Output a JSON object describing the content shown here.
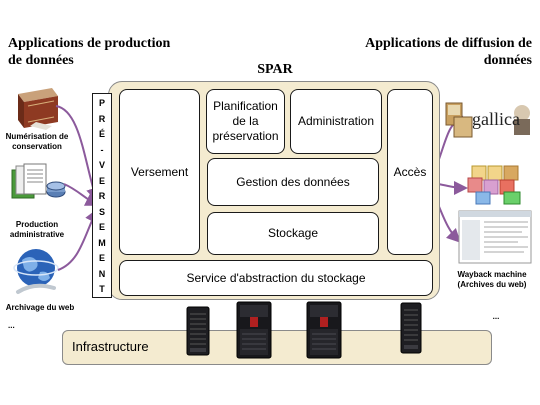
{
  "left_panel": {
    "title": "Applications de production de données",
    "items": [
      {
        "label": "Numérisation de conservation",
        "icon": "book-icon"
      },
      {
        "label": "Production administrative",
        "icon": "documents-icon"
      },
      {
        "label": "Archivage du web",
        "icon": "globe-icon"
      }
    ],
    "ellipsis": "..."
  },
  "right_panel": {
    "title": "Applications de diffusion de données",
    "gallica_logo_text": "gallica",
    "items": [
      {
        "label": "",
        "icon": "gallica-icon"
      },
      {
        "label": "",
        "icon": "media-formats-icon"
      },
      {
        "label": "Wayback machine (Archives du web)",
        "icon": "web-page-icon"
      }
    ],
    "ellipsis": "..."
  },
  "spar": {
    "title": "SPAR",
    "preversement": "PRÉ-VERSEMENT",
    "modules": {
      "versement": "Versement",
      "planification": "Planification de la préservation",
      "administration": "Administration",
      "gestion": "Gestion des données",
      "stockage": "Stockage",
      "acces": "Accès",
      "service_abstraction": "Service d'abstraction du stockage"
    }
  },
  "infrastructure": {
    "label": "Infrastructure",
    "servers": [
      "server-icon",
      "server-rack-icon",
      "server-rack-icon",
      "server-icon"
    ]
  },
  "colors": {
    "spar_frame": "#f4ebd0",
    "box_fill": "#ffffff",
    "arrow": "#8c5a9c",
    "border": "#1a1a1a"
  }
}
